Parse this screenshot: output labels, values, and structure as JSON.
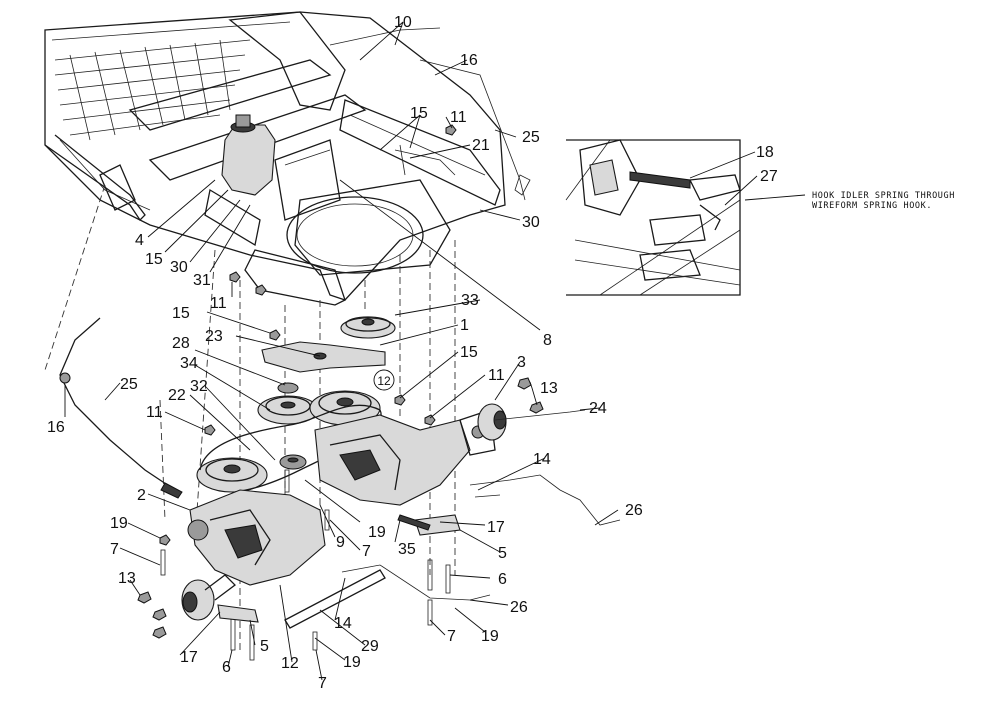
{
  "diagram": {
    "callouts": [
      {
        "id": "c1",
        "text": "10"
      },
      {
        "id": "c2",
        "text": "16"
      },
      {
        "id": "c3",
        "text": "15"
      },
      {
        "id": "c4",
        "text": "11"
      },
      {
        "id": "c5",
        "text": "25"
      },
      {
        "id": "c6",
        "text": "21"
      },
      {
        "id": "c7",
        "text": "30"
      },
      {
        "id": "c8",
        "text": "4"
      },
      {
        "id": "c9",
        "text": "15"
      },
      {
        "id": "c10",
        "text": "30"
      },
      {
        "id": "c11",
        "text": "31"
      },
      {
        "id": "c12",
        "text": "11"
      },
      {
        "id": "c13",
        "text": "33"
      },
      {
        "id": "c14",
        "text": "8"
      },
      {
        "id": "c15",
        "text": "15"
      },
      {
        "id": "c16",
        "text": "1"
      },
      {
        "id": "c17",
        "text": "23"
      },
      {
        "id": "c18",
        "text": "28"
      },
      {
        "id": "c19",
        "text": "15"
      },
      {
        "id": "c20",
        "text": "34"
      },
      {
        "id": "c21",
        "text": "11"
      },
      {
        "id": "c22",
        "text": "3"
      },
      {
        "id": "c23",
        "text": "13"
      },
      {
        "id": "c24",
        "text": "32"
      },
      {
        "id": "c25",
        "text": "22"
      },
      {
        "id": "c26",
        "text": "24"
      },
      {
        "id": "c27",
        "text": "25"
      },
      {
        "id": "c28",
        "text": "11"
      },
      {
        "id": "c29",
        "text": "16"
      },
      {
        "id": "c30",
        "text": "14"
      },
      {
        "id": "c31",
        "text": "2"
      },
      {
        "id": "c32",
        "text": "26"
      },
      {
        "id": "c33",
        "text": "19"
      },
      {
        "id": "c34",
        "text": "17"
      },
      {
        "id": "c35",
        "text": "9"
      },
      {
        "id": "c36",
        "text": "19"
      },
      {
        "id": "c37",
        "text": "7"
      },
      {
        "id": "c38",
        "text": "35"
      },
      {
        "id": "c39",
        "text": "5"
      },
      {
        "id": "c40",
        "text": "7"
      },
      {
        "id": "c41",
        "text": "6"
      },
      {
        "id": "c42",
        "text": "13"
      },
      {
        "id": "c43",
        "text": "14"
      },
      {
        "id": "c44",
        "text": "26"
      },
      {
        "id": "c45",
        "text": "7"
      },
      {
        "id": "c46",
        "text": "19"
      },
      {
        "id": "c47",
        "text": "5"
      },
      {
        "id": "c48",
        "text": "29"
      },
      {
        "id": "c49",
        "text": "17"
      },
      {
        "id": "c50",
        "text": "6"
      },
      {
        "id": "c51",
        "text": "12"
      },
      {
        "id": "c52",
        "text": "19"
      },
      {
        "id": "c53",
        "text": "7"
      },
      {
        "id": "c54",
        "text": "18"
      },
      {
        "id": "c55",
        "text": "27"
      }
    ],
    "circled_callout": "12",
    "inset_note": [
      "HOOK IDLER SPRING THROUGH",
      "WIREFORM SPRING HOOK."
    ]
  }
}
